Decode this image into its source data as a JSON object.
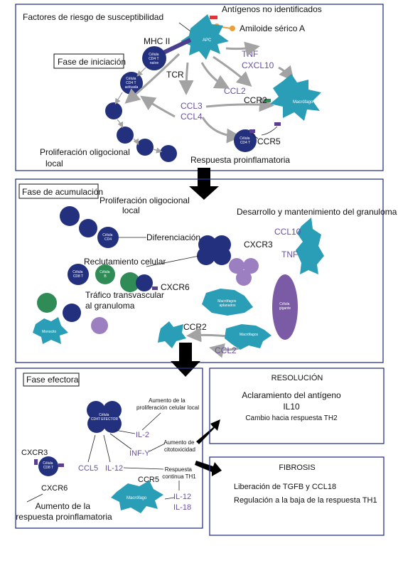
{
  "phase1": {
    "title": "Fase de iniciación",
    "risk_factors": "Factores de riesgo de susceptibilidad",
    "unidentified_antigens": "Antígenos no identificados",
    "serum_amyloid": "Amiloide sérico A",
    "mhc": "MHC II",
    "tcr": "TCR",
    "apc": "APC",
    "naive_cell": [
      "Célula",
      "CD4 T",
      "naïve"
    ],
    "activated_cell": [
      "Célula",
      "CD4 T",
      "activada"
    ],
    "tnf": "TNF",
    "cxcl10": "CXCL10",
    "ccl2": "CCL2",
    "ccl3": "CCL3",
    "ccl4": "CCL4",
    "ccr2": "CCR2",
    "ccr5": "CCR5",
    "macrophage": "Macrófago",
    "cd4_cell": [
      "Célula",
      "CD4 T"
    ],
    "proliferation": [
      "Proliferación oligocional",
      "local"
    ],
    "response": "Respuesta proinflamatoria"
  },
  "phase2": {
    "title": "Fase de acumulación",
    "proliferation": [
      "Proliferación oligocional",
      "local"
    ],
    "development": "Desarrollo y mantenimiento del granuloma",
    "cd4_cell": [
      "Célula",
      "CD4"
    ],
    "differentiation": "Diferenciación",
    "ccl10": "CCL10",
    "tnf": "TNF",
    "recruitment": "Reclutamiento celular",
    "cxcr3": "CXCR3",
    "cd8_cell": [
      "Célula",
      "CD8 T"
    ],
    "b_cell": [
      "Célula",
      "B"
    ],
    "cxcr6": "CXCR6",
    "traffic": [
      "Tráfico transvascular",
      "al granuloma"
    ],
    "monocyte": "Monocito",
    "flat_macrophages": [
      "Macrófagos",
      "aplanados"
    ],
    "giant_cell": [
      "Célula",
      "gigante"
    ],
    "ccr2": "CCR2",
    "macrophages": "Macrófagos",
    "ccl2": "CCL2"
  },
  "phase3": {
    "title": "Fase efectora",
    "effector_cell": [
      "Célula",
      "CD4T EFECTOR"
    ],
    "prolif_increase": [
      "Aumento de la",
      "proliferación celular local"
    ],
    "il2": "IL-2",
    "infy": "INF-Y",
    "cytotox": [
      "Aumento de",
      "citotoxicidad"
    ],
    "ccl5": "CCL5",
    "il12": "IL-12",
    "continuous": [
      "Respuesta",
      "continua TH1"
    ],
    "cxcr3": "CXCR3",
    "cd8_cell": [
      "Célula",
      "CD8 T"
    ],
    "cxcr6": "CXCR6",
    "ccr5": "CCR5",
    "macrophage": "Macrófago",
    "il12b": "IL-12",
    "il18": "IL-18",
    "increase_response": [
      "Aumento de la",
      "respuesta proinflamatoria"
    ]
  },
  "resolution": {
    "title": "RESOLUCIÓN",
    "line1": "Aclaramiento del antígeno",
    "line2": "IL10",
    "line3": "Cambio hacia respuesta TH2"
  },
  "fibrosis": {
    "title": "FIBROSIS",
    "line1": "Liberación de TGFB y CCL18",
    "line2": "Regulación a la baja de la respuesta TH1"
  },
  "colors": {
    "cell_blue": "#23307d",
    "teal": "#2a9db7",
    "green": "#2f8c56",
    "lilac": "#9b7fc0",
    "purple_text": "#6a4fa3",
    "frame": "#2b3589"
  }
}
